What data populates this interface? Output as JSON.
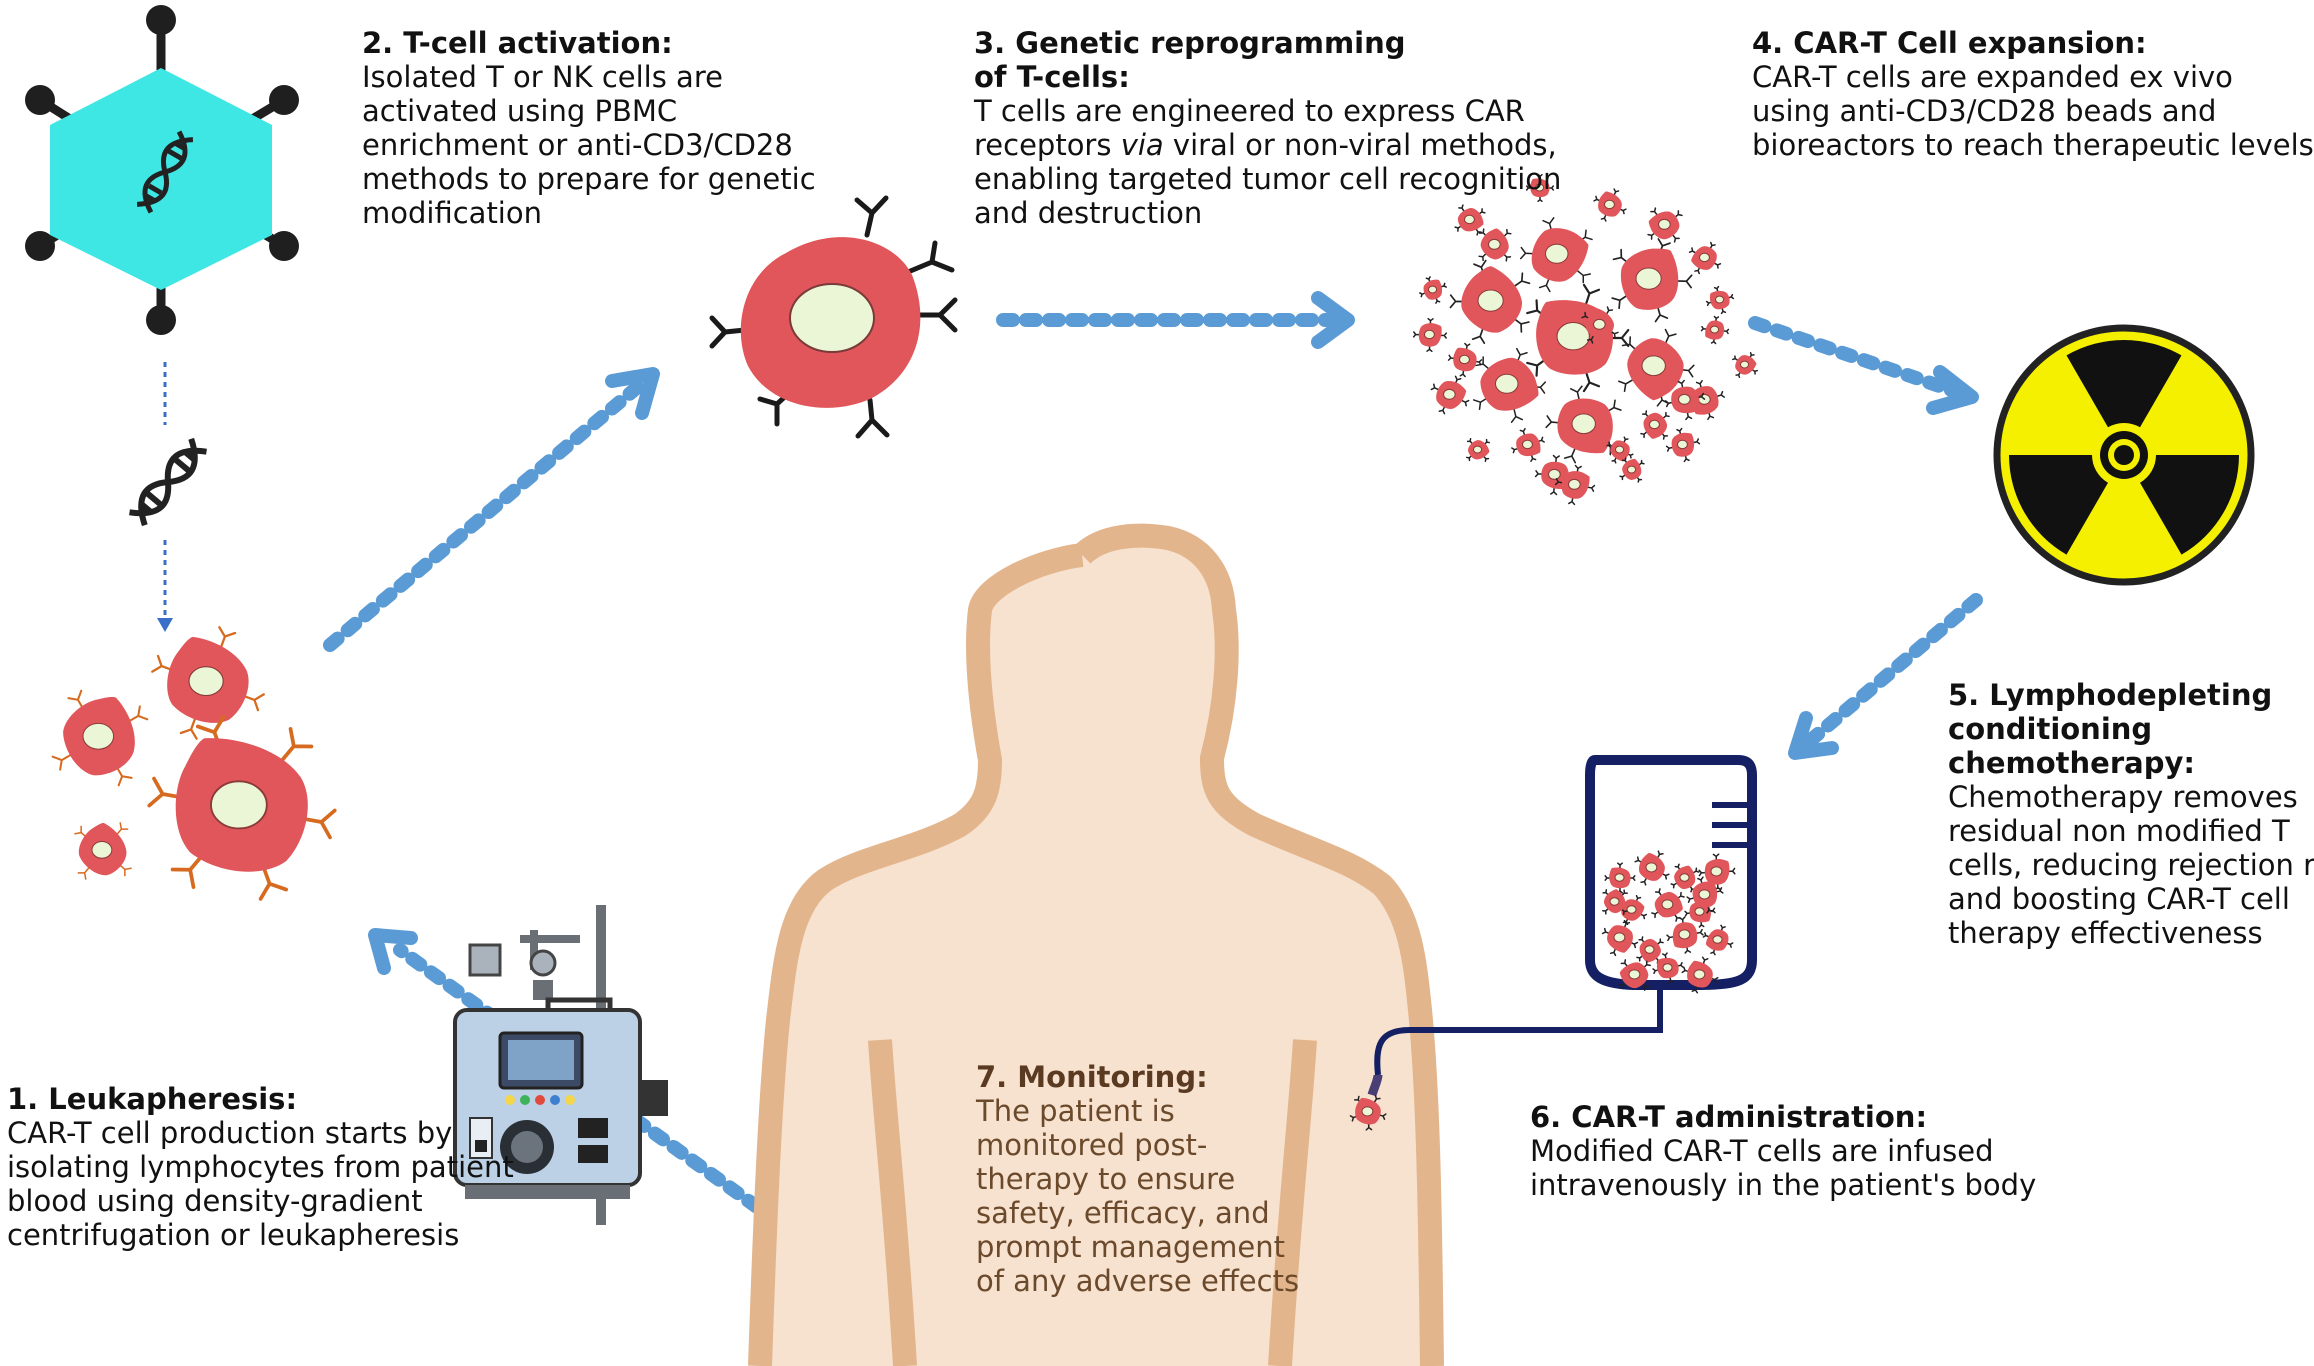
{
  "steps": {
    "s1": {
      "title": "1. Leukapheresis:",
      "lines": [
        "CAR-T cell production starts by",
        "isolating lymphocytes from patient",
        "blood using density-gradient",
        "centrifugation or leukapheresis"
      ]
    },
    "s2": {
      "title": "2. T-cell activation:",
      "lines": [
        "Isolated T or NK cells are",
        "activated using PBMC",
        "enrichment or anti-CD3/CD28",
        "methods to prepare for genetic",
        "modification"
      ]
    },
    "s3": {
      "title_lines": [
        "3. Genetic reprogramming",
        "of T-cells:"
      ],
      "lines": [
        "T cells are engineered to express CAR",
        "receptors",
        "via",
        "viral or non-viral methods,",
        "enabling targeted tumor cell recognition",
        "and destruction"
      ]
    },
    "s4": {
      "title": "4. CAR-T Cell expansion:",
      "lines": [
        "CAR-T cells are expanded ex vivo",
        "using anti-CD3/CD28 beads and",
        "bioreactors to reach therapeutic levels"
      ]
    },
    "s5": {
      "title_lines": [
        "5. Lymphodepleting",
        "conditioning",
        "chemotherapy:"
      ],
      "lines": [
        "Chemotherapy removes",
        "residual non modified T",
        "cells, reducing rejection risk",
        "and boosting CAR-T cell",
        "therapy effectiveness"
      ]
    },
    "s6": {
      "title": "6. CAR-T administration:",
      "lines": [
        "Modified CAR-T cells are infused",
        "intravenously in the patient's body"
      ]
    },
    "s7": {
      "title": "7. Monitoring:",
      "lines": [
        "The patient is",
        "monitored post-",
        "therapy to ensure",
        "safety, efficacy, and",
        "prompt management",
        "of any adverse effects"
      ]
    }
  },
  "colors": {
    "arrow": "#5b9bd5",
    "cell": "#e0565a",
    "nucleus": "#eaf6d6",
    "virus": "#3ee6e4",
    "skin_fill": "#f7e1cf",
    "skin_outline": "#e3b58c",
    "hazard_yellow": "#f5f000",
    "iv_bag": "#142063"
  },
  "icons": [
    "virus-icon",
    "dna-icon",
    "t-cell-icon",
    "radiation-icon",
    "iv-bag-icon",
    "apheresis-machine-icon",
    "human-body-icon"
  ]
}
